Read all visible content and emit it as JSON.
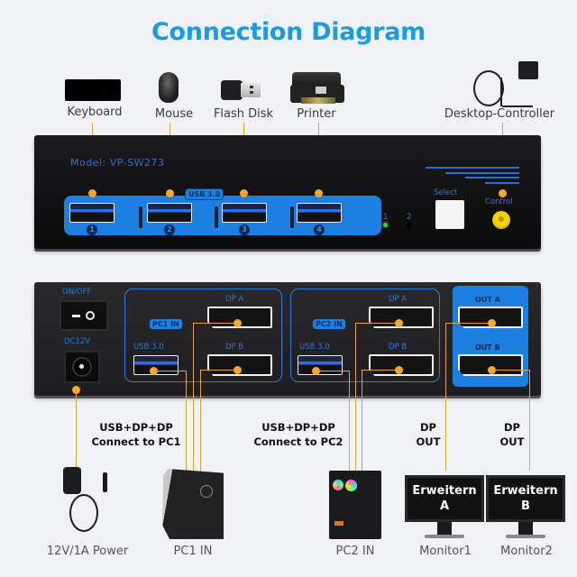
{
  "title": "Connection Diagram",
  "colors": {
    "title": "#1a9ce0",
    "accent_blue": "#1d7fe0",
    "wire": "#e2a43a",
    "dot": "#f3a92b",
    "panel": "#111113",
    "led_green": "#35d23a",
    "control_jack": "#f5d100"
  },
  "top_devices": [
    {
      "label": "Keyboard",
      "icon": "keyboard-icon"
    },
    {
      "label": "Mouse",
      "icon": "mouse-icon"
    },
    {
      "label": "Flash Disk",
      "icon": "flash-disk-icon"
    },
    {
      "label": "Printer",
      "icon": "printer-icon"
    },
    {
      "label": "Desktop-Controller",
      "icon": "desktop-controller-icon"
    }
  ],
  "front_panel": {
    "model": "Model: VP-SW273",
    "usb_tag": "USB 3.0",
    "usb_ports": [
      "1",
      "2",
      "3",
      "4"
    ],
    "leds": [
      "1",
      "2"
    ],
    "select_label": "Select",
    "control_label": "Control"
  },
  "back_panel": {
    "power_switch_label": "ON/OFF",
    "dc_label": "DC12V",
    "pc1": {
      "tag": "PC1 IN",
      "usb_label": "USB 3.0",
      "dp_a": "DP A",
      "dp_b": "DP B"
    },
    "pc2": {
      "tag": "PC2 IN",
      "usb_label": "USB 3.0",
      "dp_a": "DP A",
      "dp_b": "DP B"
    },
    "out_a": "OUT A",
    "out_b": "OUT B"
  },
  "connection_labels": {
    "pc1_line1": "USB+DP+DP",
    "pc1_line2": "Connect to PC1",
    "pc2_line1": "USB+DP+DP",
    "pc2_line2": "Connect to PC2",
    "dp_out1_line1": "DP",
    "dp_out1_line2": "OUT",
    "dp_out2_line1": "DP",
    "dp_out2_line2": "OUT"
  },
  "bottom_devices": [
    {
      "label": "12V/1A Power",
      "icon": "power-adapter-icon"
    },
    {
      "label": "PC1 IN",
      "icon": "pc-tower-icon"
    },
    {
      "label": "PC2 IN",
      "icon": "pc-tower-rgb-icon"
    },
    {
      "label": "Monitor1",
      "icon": "monitor-icon",
      "screen_line1": "Erweitern",
      "screen_line2": "A"
    },
    {
      "label": "Monitor2",
      "icon": "monitor-icon",
      "screen_line1": "Erweitern",
      "screen_line2": "B"
    }
  ]
}
